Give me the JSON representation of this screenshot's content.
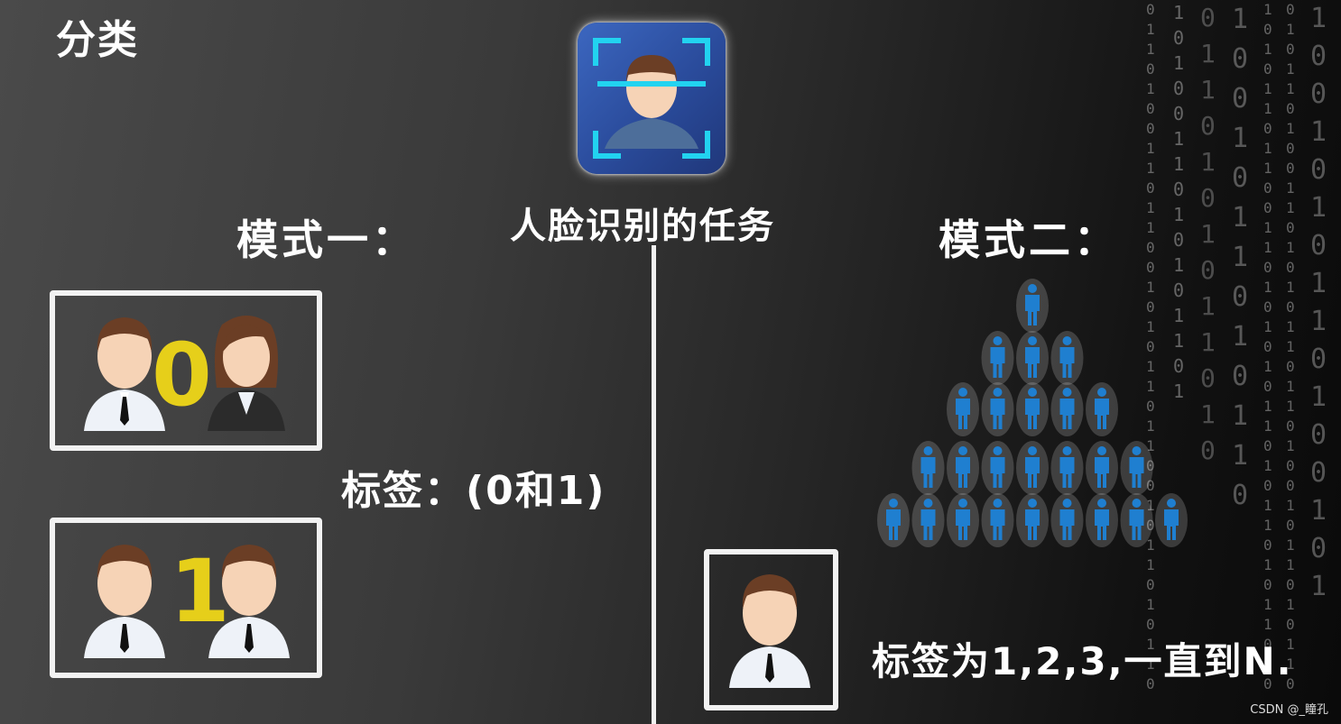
{
  "section_title": "分类",
  "task_label": "人脸识别的任务",
  "mode_one": {
    "title": "模式一：",
    "label_text": "标签：(0和1)",
    "numbers": [
      "0",
      "1"
    ]
  },
  "mode_two": {
    "title": "模式二：",
    "label_text": "标签为1,2,3,一直到N."
  },
  "watermark": "CSDN @_瞳孔",
  "colors": {
    "accent_yellow": "#e6cf1a",
    "icon_blue": "#2f55ad",
    "person_blue": "#1f7fd0",
    "frame_white": "#f2f2f2"
  },
  "icons": [
    "face-recognition-app-icon",
    "male-avatar-icon",
    "female-avatar-icon",
    "person-figure-icon"
  ]
}
